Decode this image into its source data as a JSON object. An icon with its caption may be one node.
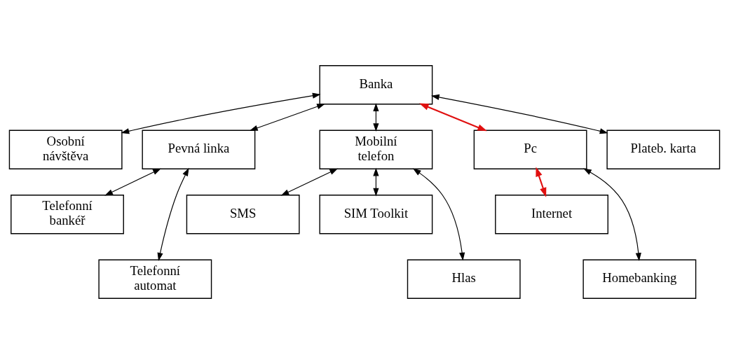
{
  "diagram": {
    "nodes": [
      {
        "text": [
          "Banka"
        ]
      },
      {
        "text": [
          "Osobní návštěva"
        ]
      },
      {
        "text": [
          "Pevná linka"
        ]
      },
      {
        "text": [
          "Mobilní telefon"
        ]
      },
      {
        "text": [
          "Pc"
        ]
      },
      {
        "text": [
          "Plateb. karta"
        ]
      },
      {
        "text": [
          "Telefonní bankéř"
        ]
      },
      {
        "text": [
          "SMS"
        ]
      },
      {
        "text": [
          "SIM Toolkit"
        ]
      },
      {
        "text": [
          "Internet"
        ]
      },
      {
        "text": [
          "Hlas"
        ]
      },
      {
        "text": [
          "Telefonní automat"
        ]
      },
      {
        "text": [
          "Homebanking"
        ]
      }
    ],
    "edges": [
      {
        "from": 0,
        "to": 1,
        "arrow": "both"
      },
      {
        "from": 0,
        "to": 2,
        "arrow": "both"
      },
      {
        "from": 0,
        "to": 3,
        "arrow": "both"
      },
      {
        "from": 0,
        "to": 4,
        "arrow": "both",
        "color": "#e01010"
      },
      {
        "from": 0,
        "to": 5,
        "arrow": "both"
      },
      {
        "from": 2,
        "to": 6,
        "arrow": "both"
      },
      {
        "from": 2,
        "to": 11,
        "arrow": "both"
      },
      {
        "from": 3,
        "to": 7,
        "arrow": "both"
      },
      {
        "from": 3,
        "to": 10,
        "arrow": "both"
      },
      {
        "from": 3,
        "to": 8,
        "arrow": "both"
      },
      {
        "from": 4,
        "to": 12,
        "arrow": "both"
      },
      {
        "from": 4,
        "to": 9,
        "arrow": "both",
        "color": "#e01010"
      }
    ]
  }
}
